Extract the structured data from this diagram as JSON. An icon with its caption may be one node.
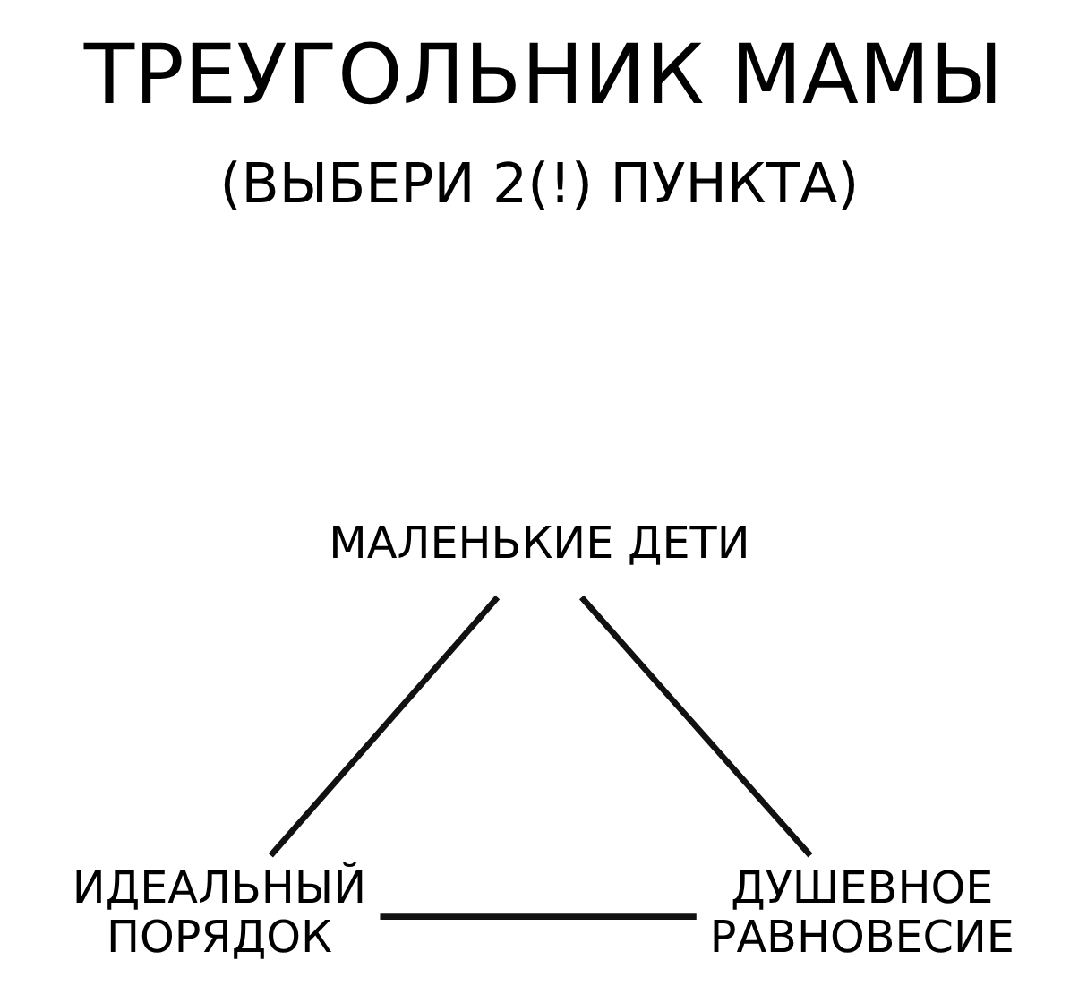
{
  "diagram": {
    "title": "ТРЕУГОЛЬНИК МАМЫ",
    "nodes": [
      {
        "text": [
          "МАЛЕНЬКИЕ ДЕТИ"
        ]
      },
      {
        "text": [
          "ДУШЕВНОЕ РАВНОВЕСИЕ"
        ]
      },
      {
        "text": [
          "ИДЕАЛЬНЫЙ ПОРЯДОК"
        ]
      }
    ],
    "edges": [
      {
        "from": 0,
        "to": 2,
        "arrow": "none"
      },
      {
        "from": 0,
        "to": 1,
        "arrow": "none"
      },
      {
        "from": 2,
        "to": 1,
        "arrow": "none"
      }
    ],
    "labels": [
      "(ВЫБЕРИ 2(!) ПУНКТА)"
    ]
  }
}
